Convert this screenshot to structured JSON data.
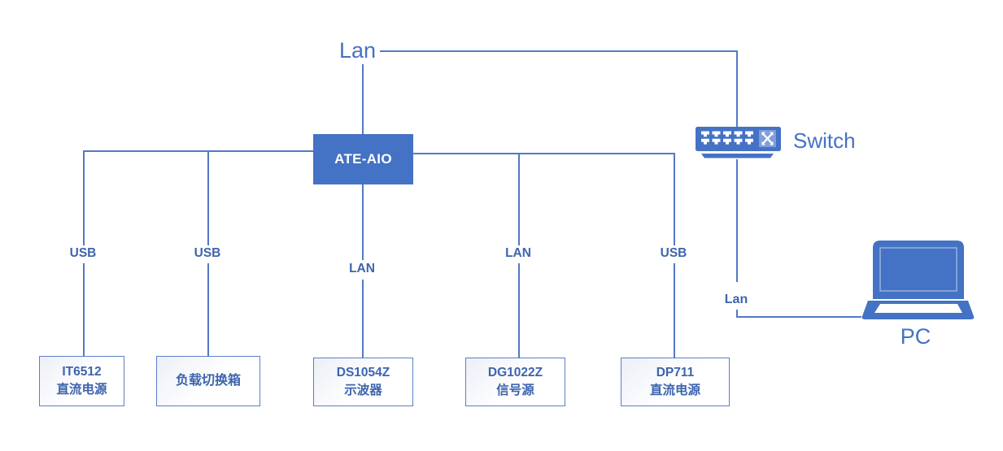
{
  "colors": {
    "primary": "#4472C4",
    "line": "#5479C5",
    "box_border": "#5B7FC7",
    "box_text": "#3D64AE"
  },
  "lan_top": {
    "label": "Lan"
  },
  "hub": {
    "label": "ATE-AIO"
  },
  "switch": {
    "label": "Switch"
  },
  "pc": {
    "label": "PC",
    "link_label": "Lan"
  },
  "devices": [
    {
      "model": "IT6512",
      "name": "直流电源",
      "connection": "USB"
    },
    {
      "name": "负载切换箱",
      "connection": "USB"
    },
    {
      "model": "DS1054Z",
      "name": "示波器",
      "connection": "LAN"
    },
    {
      "model": "DG1022Z",
      "name": "信号源",
      "connection": "LAN"
    },
    {
      "model": "DP711",
      "name": "直流电源",
      "connection": "USB"
    }
  ]
}
